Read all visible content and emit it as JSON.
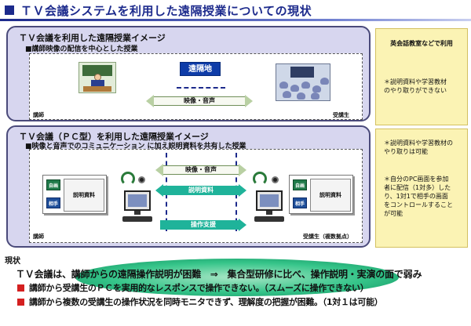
{
  "page": {
    "title": "ＴＶ会議システムを利用した遠隔授業についての現状"
  },
  "panel1": {
    "title": "ＴＶ会議を利用した遠隔授業イメージ",
    "subtitle": "■講師映像の配信を中心とした授業",
    "remote_tag": "遠隔地",
    "arrow_label": "映像・音声",
    "teacher_label": "講師",
    "student_label": "受講生"
  },
  "panel2": {
    "title": "ＴＶ会議（ＰＣ型）を利用した遠隔授業イメージ",
    "subtitle": "■映像と音声でのコミュニケーション に加え説明資料を共有した授業",
    "arrow_av": "映像・音声",
    "arrow_doc": "説明資料",
    "arrow_support": "操作支援",
    "doc_left": {
      "self": "自画",
      "other": "相手",
      "body": "説明資料"
    },
    "doc_right": {
      "self": "自画",
      "other": "相手",
      "body": "説明資料"
    },
    "teacher_label": "講師",
    "student_label": "受講生（複数拠点）"
  },
  "sidebar": {
    "box1_head": "英会話教室などで利用",
    "box1_note": "＊説明資料や学習教材\nのやり取りができない",
    "box2_note1": "＊説明資料や学習教材の\nやり取りは可能",
    "box2_note2": "＊自分のPC画面を参加\n者に配信（1対多）した\nり、1対1で相手の画面\nをコントロールすること\nが可能"
  },
  "current": {
    "heading": "現状",
    "main": "ＴＶ会議は、講師からの遠隔操作説明が困難　⇒　集合型研修に比べ、操作説明・実演の面で弱み",
    "bullets": [
      "講師から受講生のＰＣを実用的なレスポンスで操作できない。（スムーズに操作できない）",
      "講師から複数の受講生の操作状況を同時モニタできず、理解度の把握が困難。（1対１は可能）"
    ]
  },
  "colors": {
    "title_blue": "#1c2a8c",
    "panel_bg": "#d7d6ef",
    "note_bg": "#fbf3b4",
    "arrow_green": "#1fb39a",
    "ellipse_green": "#36c58a",
    "bullet_red": "#d42020"
  }
}
